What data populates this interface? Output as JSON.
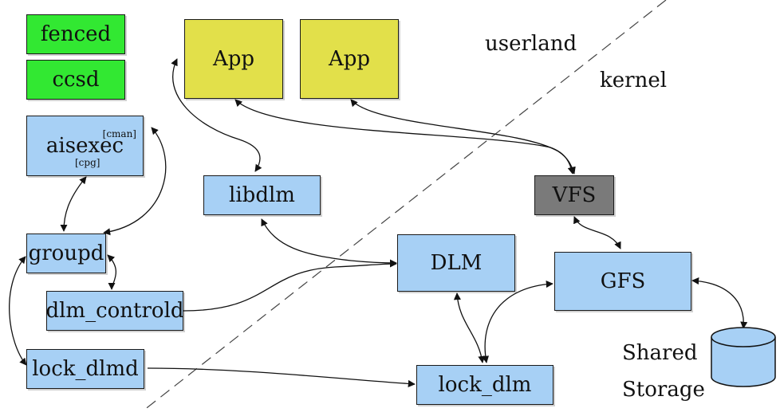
{
  "regions": {
    "userland": "userland",
    "kernel": "kernel"
  },
  "nodes": {
    "fenced": "fenced",
    "ccsd": "ccsd",
    "app_1": "App",
    "app_2": "App",
    "aisexec": "aisexec",
    "aisexec_cman": "[cman]",
    "aisexec_cpg": "[cpg]",
    "libdlm": "libdlm",
    "vfs": "VFS",
    "groupd": "groupd",
    "dlm": "DLM",
    "gfs": "GFS",
    "dlm_controld": "dlm_controld",
    "lock_dlmd": "lock_dlmd",
    "lock_dlm": "lock_dlm",
    "shared_storage_line1": "Shared",
    "shared_storage_line2": "Storage"
  },
  "colors": {
    "daemon_green": "#32e832",
    "app_yellow": "#e2e04a",
    "component_blue": "#a7d0f5",
    "vfs_gray": "#7a7a7a"
  }
}
